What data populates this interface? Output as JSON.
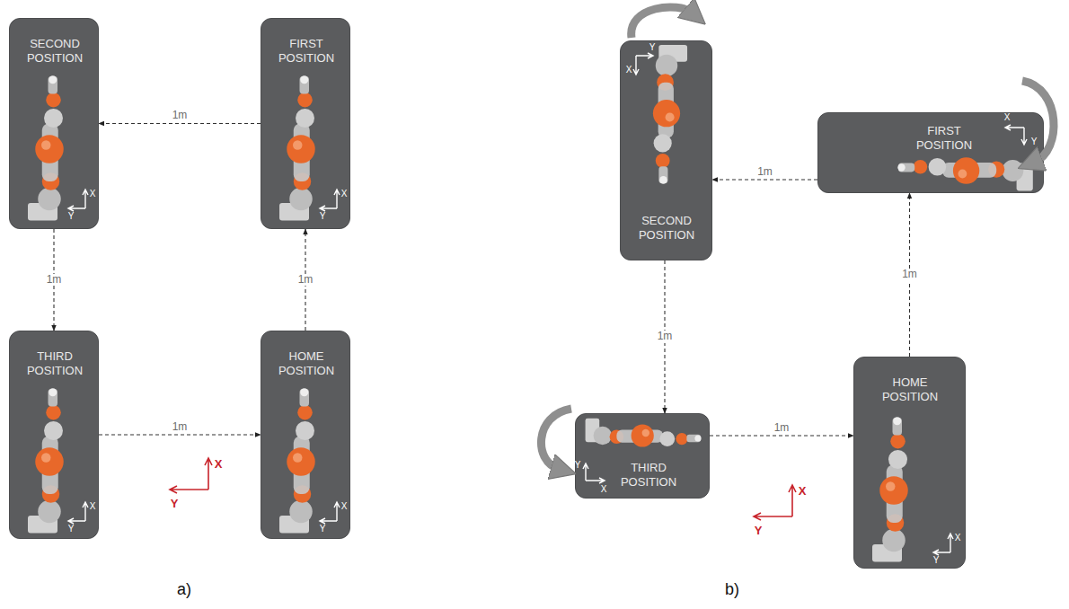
{
  "diagram": {
    "nodes": [
      {
        "text": [
          "FIRST POSITION"
        ]
      },
      {
        "text": [
          "SECOND POSITION"
        ]
      },
      {
        "text": [
          "THIRD POSITION"
        ]
      },
      {
        "text": [
          "HOME POSITION"
        ]
      },
      {
        "text": [
          "FIRST POSITION"
        ]
      },
      {
        "text": [
          "SECOND POSITION"
        ]
      },
      {
        "text": [
          "THIRD POSITION"
        ]
      },
      {
        "text": [
          "HOME POSITION"
        ]
      }
    ],
    "edges": [
      {
        "from": 3,
        "to": 0,
        "arrow": "to",
        "label": "1m"
      },
      {
        "from": 0,
        "to": 1,
        "arrow": "to",
        "label": "1m"
      },
      {
        "from": 1,
        "to": 2,
        "arrow": "to",
        "label": "1m"
      },
      {
        "from": 2,
        "to": 3,
        "arrow": "to",
        "label": "1m"
      },
      {
        "from": 7,
        "to": 4,
        "arrow": "to",
        "label": "1m"
      },
      {
        "from": 4,
        "to": 5,
        "arrow": "to",
        "label": "1m"
      },
      {
        "from": 5,
        "to": 6,
        "arrow": "to",
        "label": "1m"
      },
      {
        "from": 6,
        "to": 7,
        "arrow": "to",
        "label": "1m"
      }
    ],
    "labels": [
      "X",
      "Y",
      "X",
      "Y",
      "X",
      "Y",
      "X",
      "Y",
      "X",
      "Y",
      "X",
      "Y",
      "X",
      "Y",
      "X",
      "Y",
      "X",
      "Y",
      "X",
      "Y",
      "a)",
      "b)"
    ]
  }
}
